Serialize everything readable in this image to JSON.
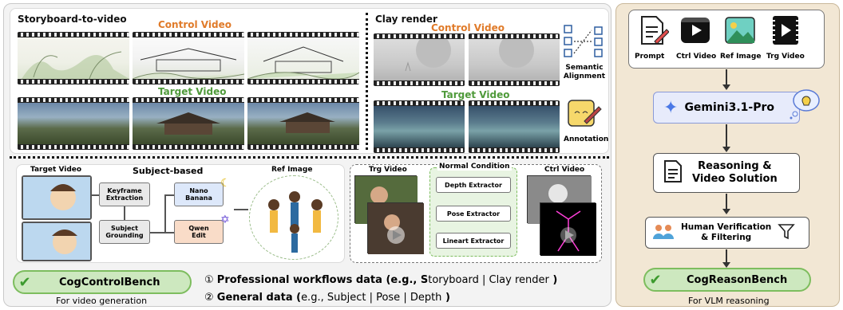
{
  "left": {
    "storyboard_title": "Storyboard-to-video",
    "control_video": "Control Video",
    "target_video": "Target Video",
    "clay_title": "Clay render",
    "clay_control_video": "Control Video",
    "clay_target_video": "Target Video",
    "semantic_alignment": "Semantic\nAlignment",
    "annotation": "Annotation",
    "subject_section": {
      "target_video": "Target Video",
      "subject_based": "Subject-based",
      "keyframe": "Keyframe\nExtraction",
      "subject_grounding": "Subject\nGrounding",
      "nano_banana": "Nano\nBanana",
      "qwen_edit": "Qwen\nEdit",
      "ref_image": "Ref Image"
    },
    "normal_section": {
      "trg_video": "Trg Video",
      "normal_condition": "Normal Condition",
      "depth": "Depth Extractor",
      "pose": "Pose Extractor",
      "lineart": "Lineart Extractor",
      "ctrl_video": "Ctrl Video"
    },
    "bench_badge": "CogControlBench",
    "bench_caption": "For video generation",
    "line1": {
      "num": "①",
      "bold": "Professional workflows data (e.g., S",
      "rest": "toryboard | Clay render",
      "end": " )"
    },
    "line2": {
      "num": "②",
      "bold": "General data (",
      "rest": "e.g., Subject | Pose | Depth",
      "end": " )"
    }
  },
  "right": {
    "icons": [
      "Prompt",
      "Ctrl Video",
      "Ref Image",
      "Trg Video"
    ],
    "gemini": "Gemini3.1-Pro",
    "reasoning": "Reasoning &\nVideo Solution",
    "human": "Human Verification\n& Filtering",
    "bench_badge": "CogReasonBench",
    "bench_caption": "For VLM reasoning"
  },
  "colors": {
    "orange": "#e07b2a",
    "green": "#4f9a3a",
    "badge_fill": "#cde8bf",
    "right_bg": "#f2e7d4"
  }
}
